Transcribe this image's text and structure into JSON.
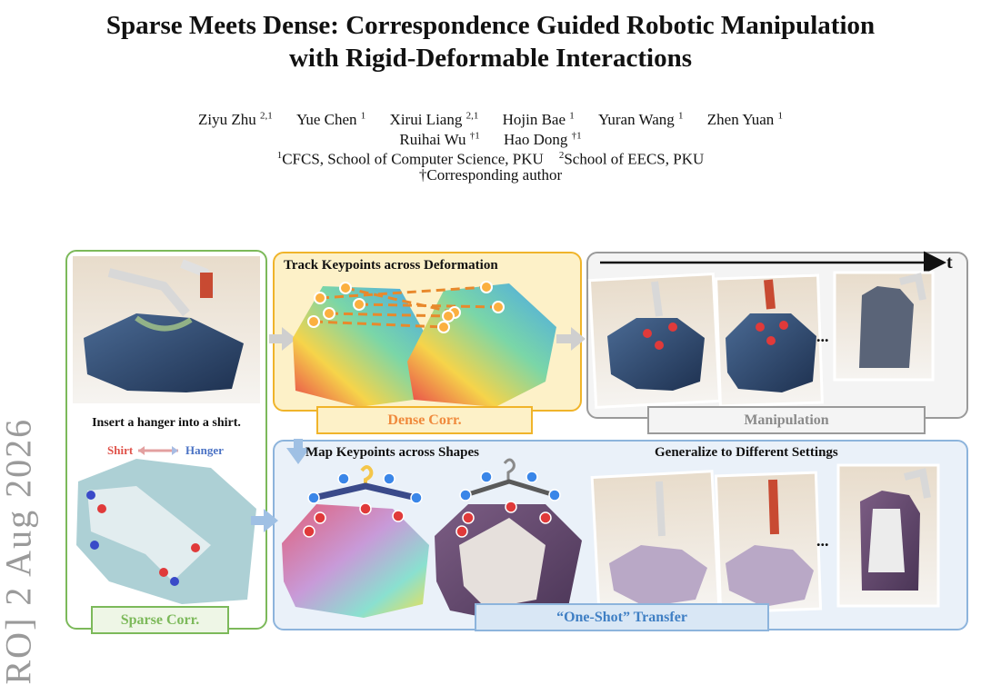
{
  "paper": {
    "title_line1": "Sparse Meets Dense: Correspondence Guided Robotic Manipulation",
    "title_line2": "with Rigid-Deformable Interactions",
    "authors": [
      {
        "name": "Ziyu Zhu",
        "aff": "2,1"
      },
      {
        "name": "Yue Chen",
        "aff": "1"
      },
      {
        "name": "Xirui Liang",
        "aff": "2,1"
      },
      {
        "name": "Hojin Bae",
        "aff": "1"
      },
      {
        "name": "Yuran Wang",
        "aff": "1"
      },
      {
        "name": "Zhen Yuan",
        "aff": "1"
      },
      {
        "name": "Ruihai Wu",
        "aff": "†1"
      },
      {
        "name": "Hao Dong",
        "aff": "†1"
      }
    ],
    "affiliation_1_mark": "1",
    "affiliation_1": "CFCS, School of Computer Science, PKU",
    "affiliation_2_mark": "2",
    "affiliation_2": "School of EECS, PKU",
    "corresponding": "†Corresponding author",
    "arxiv_stamp": "RO] 2 Aug 2026"
  },
  "figure": {
    "left_caption": "Insert a hanger into a shirt.",
    "shirt_label": "Shirt",
    "hanger_label": "Hanger",
    "track_title": "Track Keypoints across Deformation",
    "map_title": "Map Keypoints across Shapes",
    "generalize_title": "Generalize to Different Settings",
    "time_label": "t",
    "ellipsis": "...",
    "tags": {
      "sparse": "Sparse Corr.",
      "dense": "Dense Corr.",
      "manipulation": "Manipulation",
      "transfer": "“One-Shot” Transfer"
    },
    "colors": {
      "sparse": "#7cb95a",
      "dense": "#f0b42a",
      "dense_text": "#f08a3c",
      "manipulation": "#9a9a9a",
      "transfer": "#8db4dc",
      "transfer_text": "#3f7fc4",
      "shirt": "#e0524a",
      "hanger": "#4a72c4"
    }
  }
}
